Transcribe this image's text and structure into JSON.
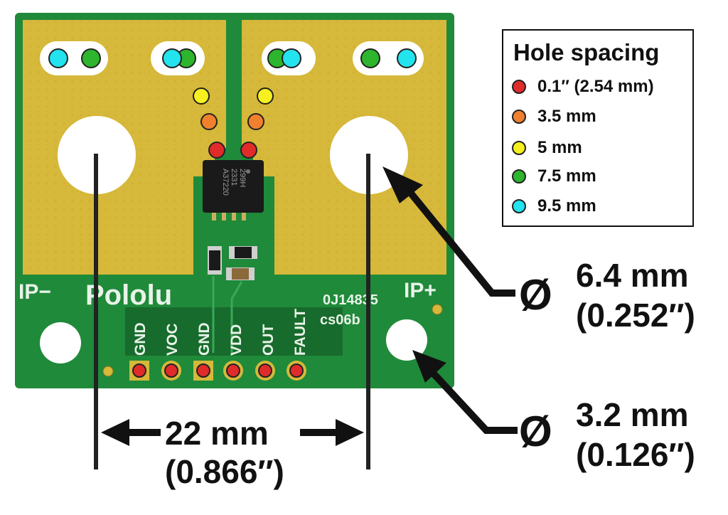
{
  "legend": {
    "title": "Hole spacing",
    "items": [
      {
        "color": "#e02b2b",
        "label": "0.1″ (2.54 mm)"
      },
      {
        "color": "#f0802e",
        "label": "3.5 mm"
      },
      {
        "color": "#f5f01e",
        "label": "5 mm"
      },
      {
        "color": "#2db52d",
        "label": "7.5 mm"
      },
      {
        "color": "#22e3ee",
        "label": "9.5 mm"
      }
    ]
  },
  "board": {
    "ip_minus": "IP−",
    "ip_plus": "IP+",
    "brand": "Pololu",
    "code_line1": "0J14835",
    "code_line2": "cs06b",
    "chip_text": [
      "A37220",
      "2331",
      "299H"
    ],
    "pins": [
      "GND",
      "VOC",
      "GND",
      "VDD",
      "OUT",
      "FAULT"
    ],
    "colors": {
      "pcb": "#1f8a3a",
      "pcb_dark": "#176b2c",
      "gold": "#d6b83a",
      "pad_red": "#e02b2b"
    }
  },
  "dimensions": {
    "width_primary": "22 mm",
    "width_secondary": "(0.866″)",
    "large_hole_symbol": "Ø",
    "large_hole_primary": "6.4 mm",
    "large_hole_secondary": "(0.252″)",
    "small_hole_symbol": "Ø",
    "small_hole_primary": "3.2 mm",
    "small_hole_secondary": "(0.126″)"
  }
}
